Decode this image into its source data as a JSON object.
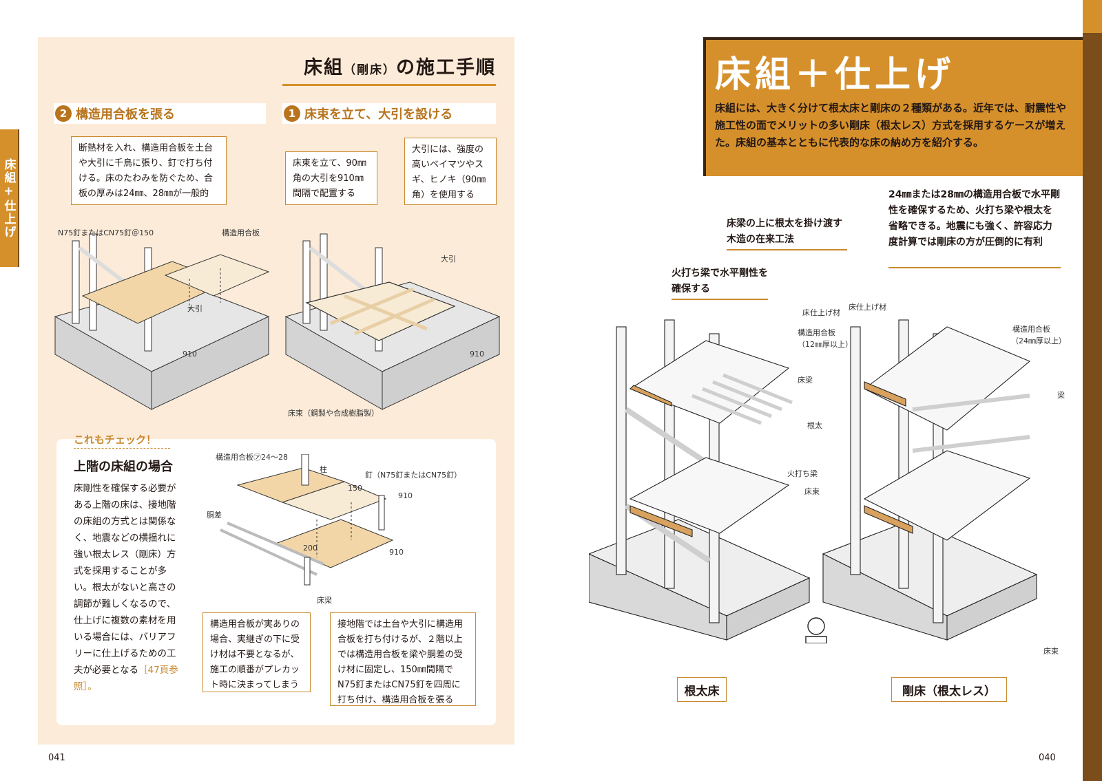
{
  "left_page": {
    "side_tab": "床組+仕上げ",
    "title_main": "床組",
    "title_paren": "（剛床）",
    "title_rest": "の施工手順",
    "step1": {
      "num": "1",
      "heading": "床束を立て、大引を設ける",
      "note_a": "床束を立て、90㎜角の大引を910㎜間隔で配置する",
      "note_b": "大引には、強度の高いベイマツやスギ、ヒノキ（90㎜角）を使用する",
      "labels": {
        "ohbiki": "大引",
        "dim": "910",
        "yukazuka": "床束（鋼製や合成樹脂製）"
      }
    },
    "step2": {
      "num": "2",
      "heading": "構造用合板を張る",
      "note": "断熱材を入れ、構造用合板を土台や大引に千鳥に張り、釘で打ち付ける。床のたわみを防ぐため、合板の厚みは24㎜、28㎜が一般的",
      "labels": {
        "nail": "N75釘またはCN75釘＠150",
        "plywood": "構造用合板",
        "ohbiki": "大引",
        "dim": "910"
      }
    },
    "check": {
      "tag": "これもチェック！",
      "subtitle": "上階の床組の場合",
      "body": "床剛性を確保する必要がある上階の床は、接地階の床組の方式とは関係なく、地震などの横揺れに強い根太レス（剛床）方式を採用することが多い。根太がないと高さの調節が難しくなるので、仕上げに複数の素材を用いる場合には、バリアフリーに仕上げるための工夫が必要となる",
      "ref": "［47頁参照］。",
      "labels": {
        "plywood": "構造用合板㋐24～28",
        "hashira": "柱",
        "nail": "釘（N75釘またはCN75釘）",
        "d150": "150",
        "d910a": "910",
        "dosa": "胴差",
        "d200": "200",
        "d910b": "910",
        "yukabari": "床梁"
      },
      "note_left": "構造用合板が実ありの場合、実継ぎの下に受け材は不要となるが、施工の順番がプレカット時に決まってしまう",
      "note_right": "接地階では土台や大引に構造用合板を打ち付けるが、２階以上では構造用合板を梁や胴差の受け材に固定し、150㎜間隔でN75釘またはCN75釘を四周に打ち付け、構造用合板を張る"
    },
    "page_number": "041"
  },
  "right_page": {
    "title": "床組＋仕上げ",
    "intro": "床組には、大きく分けて根太床と剛床の２種類がある。近年では、耐震性や施工性の面でメリットの多い剛床（根太レス）方式を採用するケースが増えた。床組の基本とともに代表的な床の納め方を紹介する。",
    "annotations": {
      "a1": "床梁の上に根太を掛け渡す木造の在来工法",
      "a2": "火打ち梁で水平剛性を確保する",
      "a3": "24㎜または28㎜の構造用合板で水平剛性を確保するため、火打ち梁や根太を省略できる。地震にも強く、許容応力度計算では剛床の方が圧倒的に有利"
    },
    "labels_left": {
      "finish": "床仕上げ材",
      "plywood": "構造用合板",
      "plywood_t": "（12㎜厚以上）",
      "yukabari": "床梁",
      "neta": "根太",
      "hiuchi": "火打ち梁",
      "yukazuka": "床束"
    },
    "labels_right": {
      "finish": "床仕上げ材",
      "plywood": "構造用合板",
      "plywood_t": "（24㎜厚以上）",
      "hari": "梁",
      "yukazuka": "床束"
    },
    "caption_left": "根太床",
    "caption_right": "剛床（根太レス）",
    "page_number": "040"
  },
  "colors": {
    "accent": "#d5902c",
    "accent_dark": "#b8741d",
    "panel": "#fcebd8",
    "brown": "#7a4d1a",
    "ink": "#231815"
  }
}
